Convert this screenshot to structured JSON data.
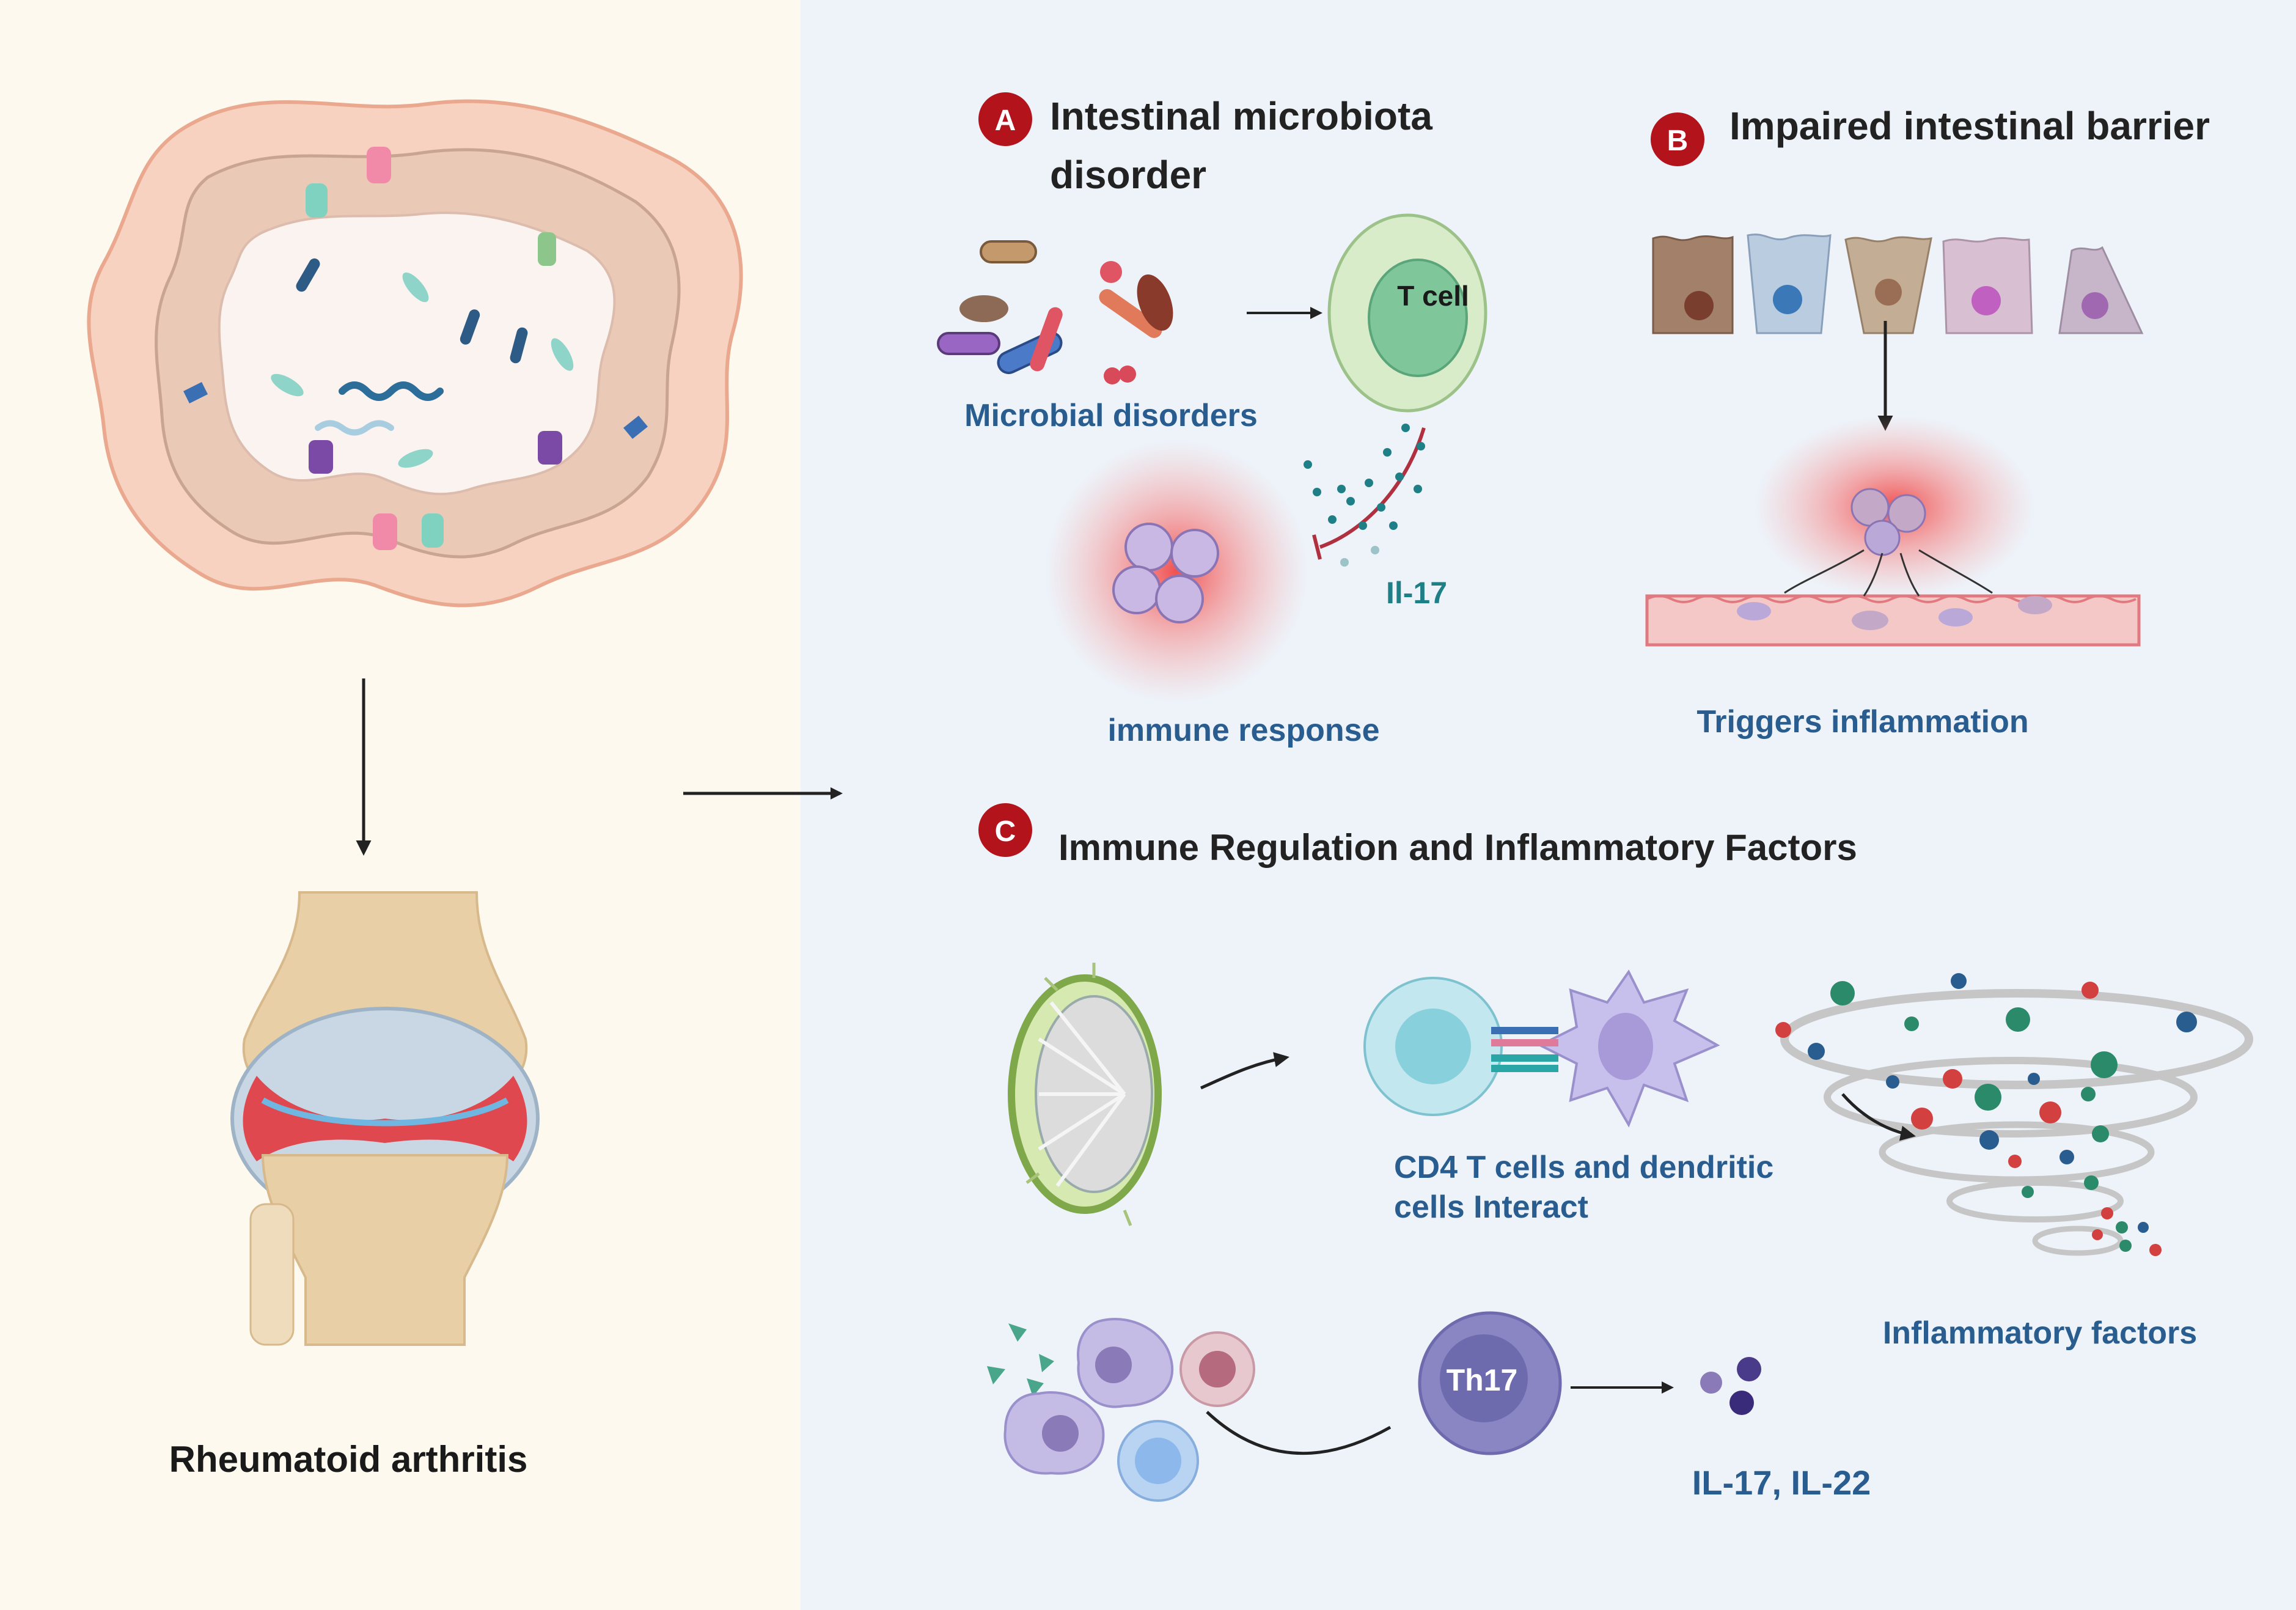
{
  "left_panel": {
    "label": "Rheumatoid arthritis"
  },
  "section_a": {
    "badge": "A",
    "title_line1": "Intestinal microbiota",
    "title_line2": "disorder",
    "microbes_label": "Microbial disorders",
    "tcell_label": "T cell",
    "cytokine_label": "Il-17",
    "response_label": "immune response"
  },
  "section_b": {
    "badge": "B",
    "title": "Impaired intestinal barrier",
    "result_label": "Triggers inflammation"
  },
  "section_c": {
    "badge": "C",
    "title": "Immune Regulation and Inflammatory Factors",
    "interaction_line1": "CD4 T cells and dendritic",
    "interaction_line2": "cells Interact",
    "factors_label": "Inflammatory factors",
    "th17_label": "Th17",
    "output_label": "IL-17, IL-22"
  },
  "colors": {
    "left_bg": "#fdf9ee",
    "right_bg": "#edf3f9",
    "badge": "#b3141c",
    "label_blue": "#2a5d8f",
    "label_teal": "#1f7f86",
    "inflammation": "#f35a5a"
  }
}
